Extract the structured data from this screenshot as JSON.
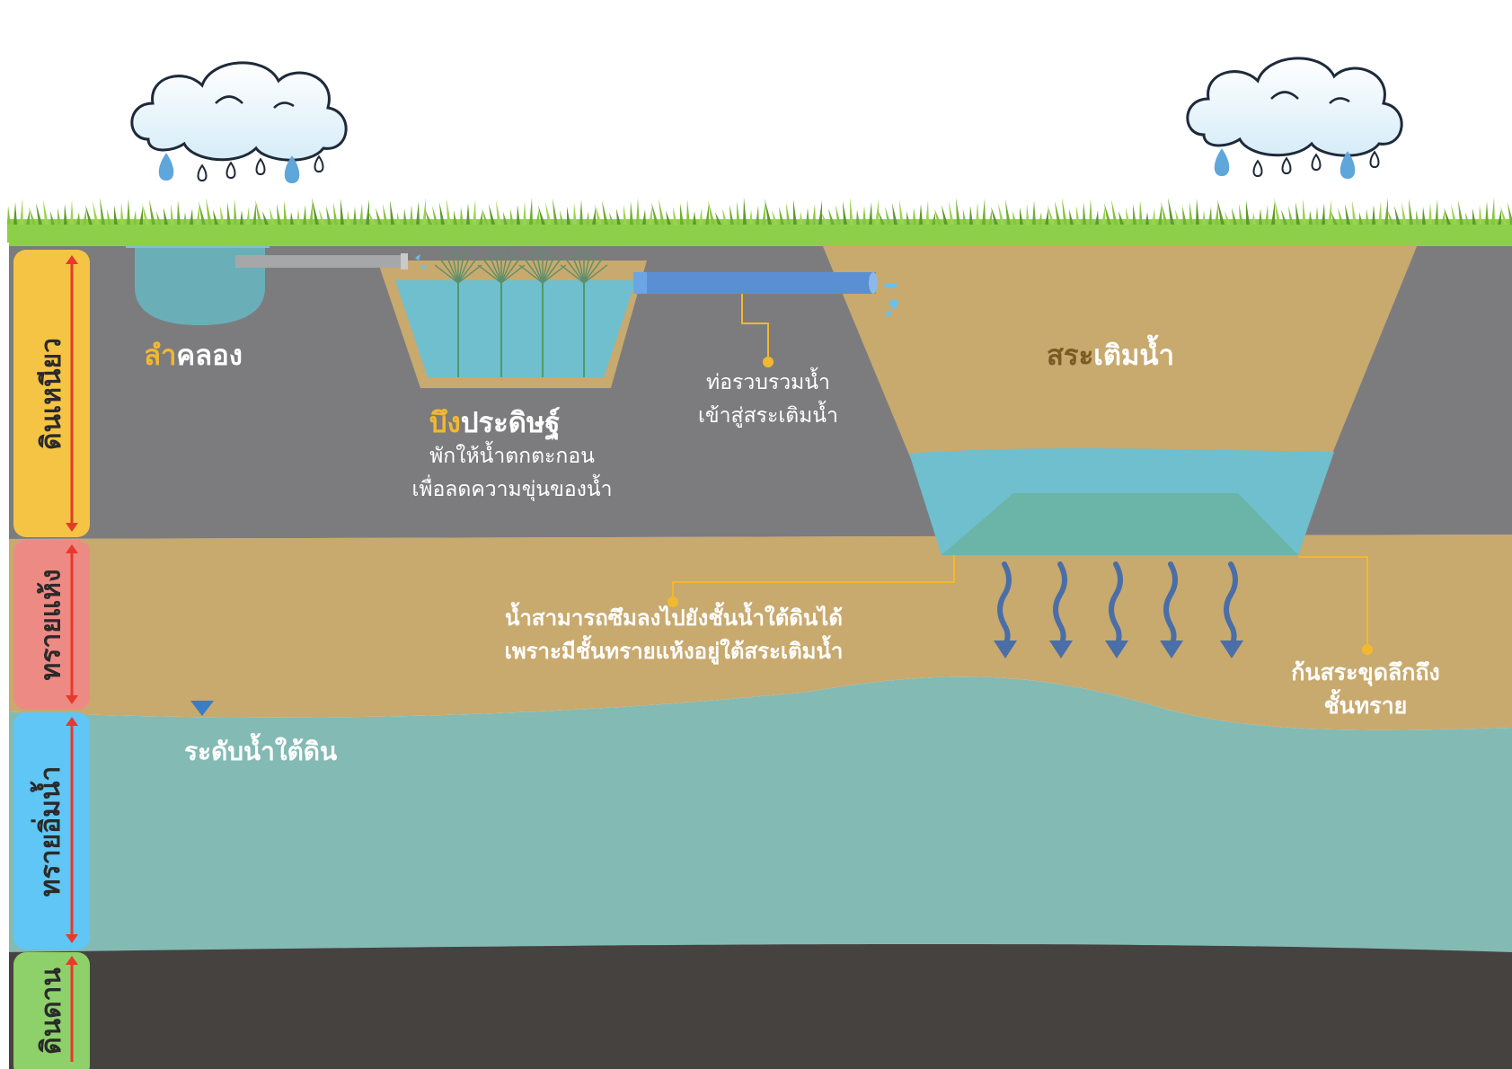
{
  "layers": [
    {
      "label": "ดินเหนียว",
      "color": "#f5c445"
    },
    {
      "label": "ทรายแห้ง",
      "color": "#ee8a84"
    },
    {
      "label": "ทรายอิ่มน้ำ",
      "color": "#5fc6f5"
    },
    {
      "label": "ดินดาน",
      "color": "#8ed06a"
    }
  ],
  "canal": {
    "prefix": "ลำ",
    "rest": "คลอง"
  },
  "wetland": {
    "prefix": "บึง",
    "rest": "ประดิษฐ์",
    "desc1": "พักให้น้ำตกตะกอน",
    "desc2": "เพื่อลดความขุ่นของน้ำ"
  },
  "pipe": {
    "line1": "ท่อรวบรวมน้ำ",
    "line2": "เข้าสู่สระเติมน้ำ"
  },
  "pond": {
    "prefix": "สระ",
    "rest": "เติมน้ำ"
  },
  "infiltration": {
    "line1": "น้ำสามารถซึมลงไปยังชั้นน้ำใต้ดินได้",
    "line2": "เพราะมีชั้นทรายแห้งอยู่ใต้สระเติมน้ำ"
  },
  "pond_bottom": {
    "line1": "ก้นสระขุดลึกถึง",
    "line2": "ชั้นทราย"
  },
  "water_table": {
    "label": "ระดับน้ำใต้ดิน"
  },
  "colors": {
    "clay": "#7c7c7e",
    "dry_sand": "#c8a96e",
    "saturated_sand": "#84bab4",
    "hardpan": "#454240",
    "water": "#6fbfcf",
    "grass": "#7fbe3a",
    "pipe": "#5b8fd3",
    "leader": "#f2b830",
    "arrow_red": "#e8392c",
    "arrow_blue": "#4a6ea8"
  }
}
